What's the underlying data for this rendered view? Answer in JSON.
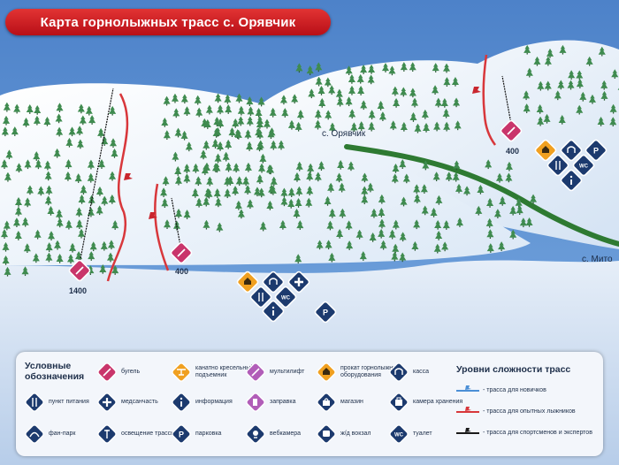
{
  "title": "Карта горнолыжных трасс с. Орявчик",
  "places": {
    "oryavchyk": "с. Орявчик",
    "myto": "с. Мито"
  },
  "lift_lengths": {
    "long_lift": "1400",
    "short_lift": "400",
    "right_lift": "400"
  },
  "colors": {
    "sky": "#5b8fd0",
    "snow": "#ffffff",
    "road": "#2e7a32",
    "trail_red": "#d8373b",
    "title_red": "#c8161d",
    "icon_dark": "#1c3a6e",
    "icon_pink": "#c9356b",
    "icon_orange": "#f0a020"
  },
  "legend": {
    "title": "Условные обозначения",
    "items": [
      {
        "icon": "ski-lift-icon",
        "text": "бугель"
      },
      {
        "icon": "chairlift-icon",
        "text": "канатно кресельный подъемник"
      },
      {
        "icon": "multilift-icon",
        "text": "мультилифт"
      },
      {
        "icon": "rental-icon",
        "text": "прокат горнолыжного оборудования"
      },
      {
        "icon": "cashier-icon",
        "text": "касса"
      },
      {
        "icon": "food-icon",
        "text": "пункт питания"
      },
      {
        "icon": "medical-icon",
        "text": "медсанчасть"
      },
      {
        "icon": "info-icon",
        "text": "информация"
      },
      {
        "icon": "fuel-icon",
        "text": "заправка"
      },
      {
        "icon": "shop-icon",
        "text": "магазин"
      },
      {
        "icon": "storage-icon",
        "text": "камера хранения"
      },
      {
        "icon": "funpark-icon",
        "text": "фан-парк"
      },
      {
        "icon": "lighting-icon",
        "text": "освещение трассы"
      },
      {
        "icon": "parking-icon",
        "text": "парковка"
      },
      {
        "icon": "webcam-icon",
        "text": "вебкамера"
      },
      {
        "icon": "train-icon",
        "text": "ж/д вокзал"
      },
      {
        "icon": "toilet-icon",
        "text": "туалет"
      }
    ]
  },
  "levels": {
    "title": "Уровни сложности трасс",
    "items": [
      {
        "color": "#4b8fd6",
        "text": "- трасса для новичков"
      },
      {
        "color": "#d8373b",
        "text": "- трасса для опытных лыжников"
      },
      {
        "color": "#1a1a1a",
        "text": "- трасса для спортсменов и экспертов"
      }
    ]
  },
  "icon_glyphs": {
    "parking": "P",
    "toilet": "WC"
  }
}
